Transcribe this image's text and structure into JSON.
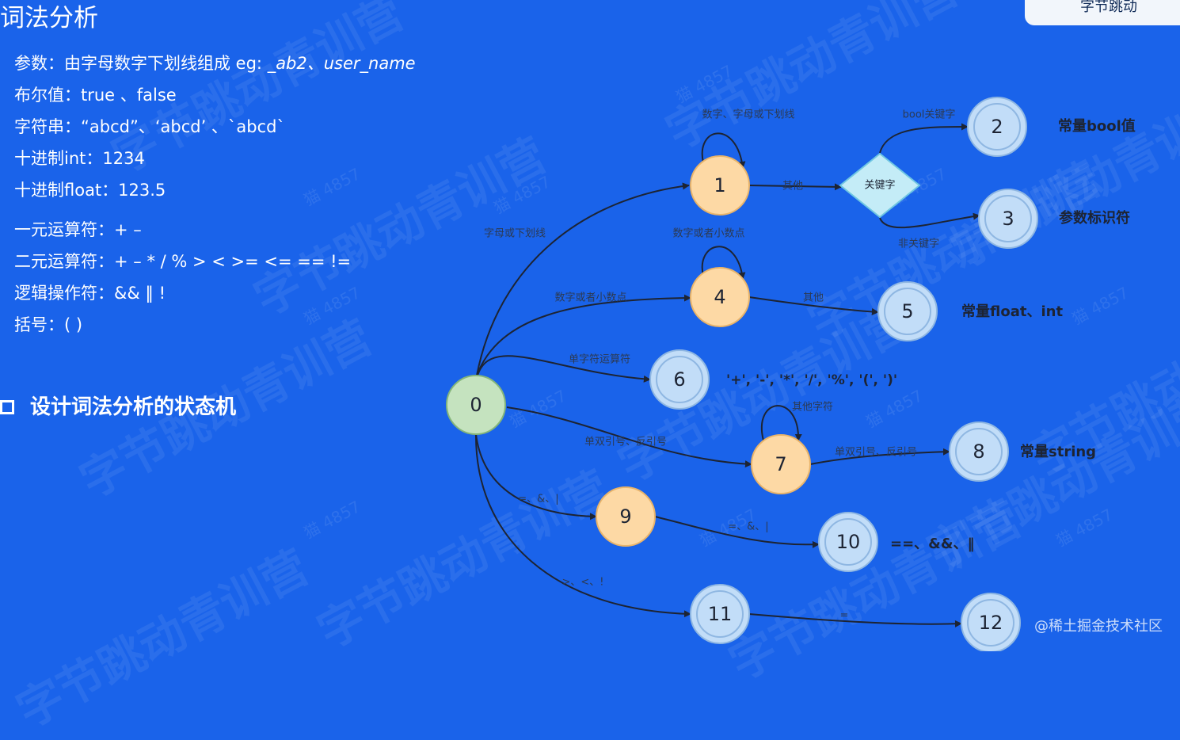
{
  "slide": {
    "title": "词法分析",
    "corner_label": "字节跳动",
    "definitions": [
      {
        "label": "参数：由字母数字下划线组成 eg: ",
        "example": "_ab2、user_name"
      },
      {
        "label": "布尔值：true 、false"
      },
      {
        "label": "字符串：“abcd”、‘abcd’ 、`abcd`"
      },
      {
        "label": "十进制int：1234"
      },
      {
        "label": "十进制float：123.5"
      },
      {
        "label": "一元运算符：+ –"
      },
      {
        "label": "二元运算符：+ –  *  /  %  >  <  >=  <= == !="
      },
      {
        "label": "逻辑操作符：&&  ‖  !"
      },
      {
        "label": "括号：(  )"
      }
    ],
    "section_heading": "设计词法分析的状态机",
    "watermark_text": "字节跳动青训营",
    "watermark_number": "猫 4857",
    "credit": "@稀土掘金技术社区"
  },
  "diagram": {
    "colors": {
      "start_fill": "#c5e3bf",
      "start_stroke": "#84b57a",
      "mid_fill": "#fdd9a5",
      "mid_stroke": "#e9b46a",
      "final_fill": "#c2ddf8",
      "final_stroke": "#8fb7e2",
      "decision_fill": "#c4ecf7",
      "decision_stroke": "#6fc6e2",
      "edge": "#1d2433",
      "edge_label": "#2c3a52",
      "annotation": "#1d2433"
    },
    "nodes": [
      {
        "id": "0",
        "label": "0",
        "type": "start"
      },
      {
        "id": "1",
        "label": "1",
        "type": "mid"
      },
      {
        "id": "kw",
        "label": "关键字",
        "type": "decision"
      },
      {
        "id": "2",
        "label": "2",
        "type": "final"
      },
      {
        "id": "3",
        "label": "3",
        "type": "final"
      },
      {
        "id": "4",
        "label": "4",
        "type": "mid"
      },
      {
        "id": "5",
        "label": "5",
        "type": "final"
      },
      {
        "id": "6",
        "label": "6",
        "type": "final"
      },
      {
        "id": "7",
        "label": "7",
        "type": "mid"
      },
      {
        "id": "8",
        "label": "8",
        "type": "final"
      },
      {
        "id": "9",
        "label": "9",
        "type": "mid"
      },
      {
        "id": "10",
        "label": "10",
        "type": "final"
      },
      {
        "id": "11",
        "label": "11",
        "type": "final"
      },
      {
        "id": "12",
        "label": "12",
        "type": "final"
      }
    ],
    "edges": [
      {
        "from": "0",
        "to": "1",
        "label": "字母或下划线"
      },
      {
        "from": "1",
        "to": "1",
        "label": "数字、字母或下划线"
      },
      {
        "from": "1",
        "to": "kw",
        "label": "其他"
      },
      {
        "from": "kw",
        "to": "2",
        "label": "bool关键字"
      },
      {
        "from": "kw",
        "to": "3",
        "label": "非关键字"
      },
      {
        "from": "0",
        "to": "4",
        "label": "数字或者小数点"
      },
      {
        "from": "4",
        "to": "4",
        "label": "数字或者小数点"
      },
      {
        "from": "4",
        "to": "5",
        "label": "其他"
      },
      {
        "from": "0",
        "to": "6",
        "label": "单字符运算符"
      },
      {
        "from": "0",
        "to": "7",
        "label": "单双引号、反引号"
      },
      {
        "from": "7",
        "to": "7",
        "label": "其他字符"
      },
      {
        "from": "7",
        "to": "8",
        "label": "单双引号、反引号"
      },
      {
        "from": "0",
        "to": "9",
        "label": "=、&、|"
      },
      {
        "from": "9",
        "to": "10",
        "label": "=、&、|"
      },
      {
        "from": "0",
        "to": "11",
        "label": ">、<、!"
      },
      {
        "from": "11",
        "to": "12",
        "label": "="
      }
    ],
    "annotations": [
      {
        "node": "2",
        "text": "常量bool值"
      },
      {
        "node": "3",
        "text": "参数标识符"
      },
      {
        "node": "5",
        "text": "常量float、int"
      },
      {
        "node": "6",
        "text": "'+', '-', '*', '/', '%', '(', ')'"
      },
      {
        "node": "8",
        "text": "常量string"
      },
      {
        "node": "10",
        "text": "==、&&、‖"
      }
    ]
  }
}
